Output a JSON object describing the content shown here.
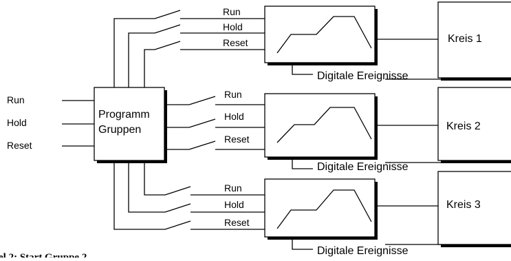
{
  "inputs": {
    "run": "Run",
    "hold": "Hold",
    "reset": "Reset"
  },
  "program_group": {
    "line1": "Programm",
    "line2": "Gruppen"
  },
  "channels": [
    {
      "run": "Run",
      "hold": "Hold",
      "reset": "Reset",
      "events": "Digitale Ereignisse",
      "circuit": "Kreis 1"
    },
    {
      "run": "Run",
      "hold": "Hold",
      "reset": "Reset",
      "events": "Digitale Ereignisse",
      "circuit": "Kreis 2"
    },
    {
      "run": "Run",
      "hold": "Hold",
      "reset": "Reset",
      "events": "Digitale Ereignisse",
      "circuit": "Kreis 3"
    }
  ],
  "caption": "el 2: Start Gruppe 2"
}
